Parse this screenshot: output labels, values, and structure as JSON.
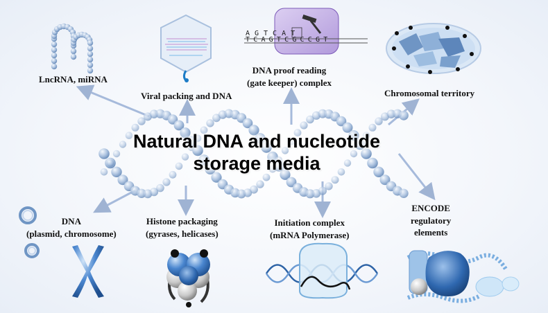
{
  "title": {
    "line1": "Natural DNA and nucleotide",
    "line2": "storage media"
  },
  "labels": {
    "lncrna": "LncRNA, miRNA",
    "viral": "Viral packing and DNA",
    "proofreading_line1": "DNA proof reading",
    "proofreading_line2": "(gate keeper) complex",
    "chromosomal": "Chromosomal territory",
    "dna_line1": "DNA",
    "dna_line2": "(plasmid, chromosome)",
    "histone_line1": "Histone packaging",
    "histone_line2": "(gyrases, helicases)",
    "initiation_line1": "Initiation complex",
    "initiation_line2": "(mRNA Polymerase)",
    "encode_line1": "ENCODE",
    "encode_line2": "regulatory",
    "encode_line3": "elements"
  },
  "sequence": {
    "top": "AGTCAT",
    "bottom": "TCAGTCGCCGT"
  },
  "icons": [
    "rna-hairpin-icon",
    "virus-capsid-icon",
    "proofreading-complex-icon",
    "hammer-icon",
    "chromosome-territory-icon",
    "plasmid-icon",
    "x-chromosome-icon",
    "nucleosome-icon",
    "polymerase-bubble-icon",
    "encode-complex-icon",
    "dna-helix-backbone"
  ],
  "colors": {
    "arrow": "#9fb3d3",
    "bead_light": "#e9f1fb",
    "bead_dark": "#5f84b4",
    "blue_shape": "#4a82c6",
    "proofreading_fill": "#c7b2e6"
  }
}
